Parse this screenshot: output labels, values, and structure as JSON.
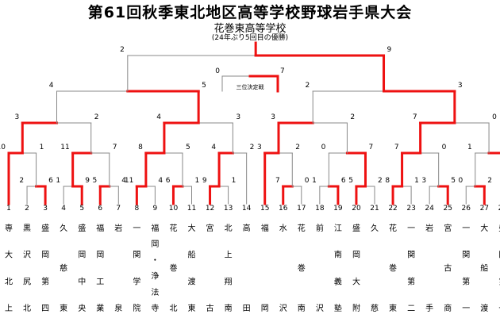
{
  "title": "第61回秋季東北地区高等学校野球岩手県大会",
  "champion": "花巻東高等学校",
  "champion_note": "(24年ぶり5回目の優勝)",
  "third_place_label": "三位決定戦",
  "colors": {
    "win": "#ee1111",
    "lose": "#888888"
  },
  "teams": [
    {
      "no": "1",
      "name": "専大北上"
    },
    {
      "no": "2",
      "name": "黒沢尻北"
    },
    {
      "no": "3",
      "name": "盛岡第四"
    },
    {
      "no": "4",
      "name": "久慈東"
    },
    {
      "no": "5",
      "name": "盛岡中央"
    },
    {
      "no": "6",
      "name": "福岡工業"
    },
    {
      "no": "7",
      "name": "岩泉"
    },
    {
      "no": "8",
      "name": "一関学院"
    },
    {
      "no": "9",
      "name": "福岡・浄法寺"
    },
    {
      "no": "10",
      "name": "花巻北"
    },
    {
      "no": "11",
      "name": "大船渡東"
    },
    {
      "no": "12",
      "name": "宮古"
    },
    {
      "no": "13",
      "name": "北上翔南"
    },
    {
      "no": "14",
      "name": "高田"
    },
    {
      "no": "15",
      "name": "福岡"
    },
    {
      "no": "16",
      "name": "水沢"
    },
    {
      "no": "17",
      "name": "花巻南"
    },
    {
      "no": "18",
      "name": "前沢"
    },
    {
      "no": "19",
      "name": "江南義塾"
    },
    {
      "no": "20",
      "name": "盛岡大附"
    },
    {
      "no": "21",
      "name": "久慈"
    },
    {
      "no": "22",
      "name": "花巻東"
    },
    {
      "no": "23",
      "name": "一関第二"
    },
    {
      "no": "24",
      "name": "岩手"
    },
    {
      "no": "25",
      "name": "宮古商"
    },
    {
      "no": "26",
      "name": "一関第一"
    },
    {
      "no": "27",
      "name": "大船渡"
    },
    {
      "no": "28",
      "name": "盛岡第一"
    }
  ],
  "scores": {
    "r1": [
      "2",
      "6",
      "1",
      "9",
      "5",
      "4",
      "11",
      "4",
      "6",
      "1",
      "9",
      "1",
      "7",
      "0",
      "1",
      "6",
      "5",
      "2",
      "8",
      "1",
      "3",
      "5",
      "0",
      "2"
    ],
    "r2": [
      "10",
      "1",
      "11",
      "7",
      "8",
      "5",
      "4",
      "2",
      "3",
      "2",
      "0",
      "7",
      "7",
      "0",
      "1",
      "5"
    ],
    "r3": [
      "3",
      "2",
      "4",
      "3",
      "3",
      "2",
      "7",
      "0"
    ],
    "semi": [
      "4",
      "5",
      "2",
      "3"
    ],
    "final": [
      "2",
      "9"
    ],
    "third": [
      "0",
      "7"
    ]
  }
}
